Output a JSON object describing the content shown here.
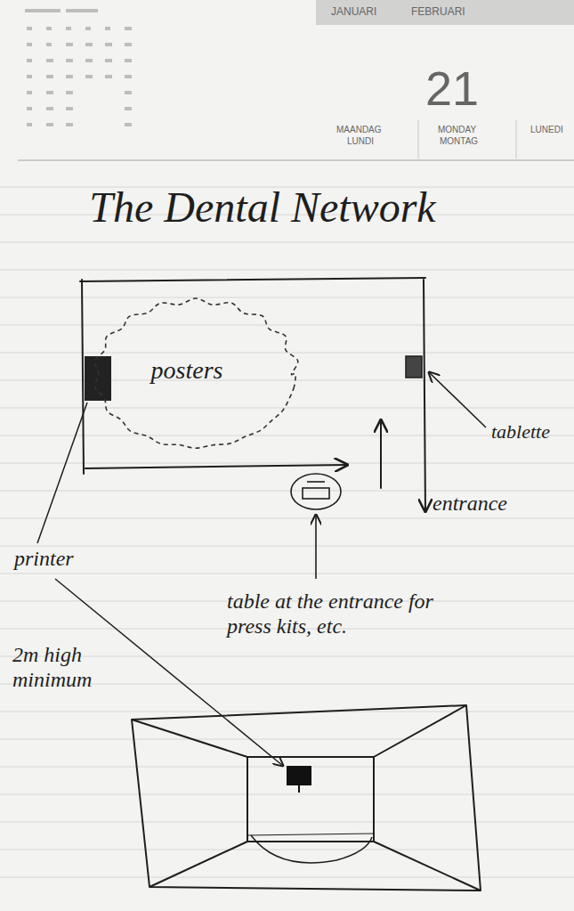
{
  "diagram": {
    "title": "The Dental Network",
    "nodes": [
      {
        "text": [
          "posters"
        ]
      }
    ],
    "labels": [
      "JANUARI",
      "FEBRUARI",
      "21",
      "MAANDAG",
      "LUNDI",
      "MONDAY",
      "MONTAG",
      "LUNEDI",
      "tablette",
      "entrance",
      "printer",
      "table at the entrance for press kits, etc.",
      "2m high minimum"
    ]
  }
}
